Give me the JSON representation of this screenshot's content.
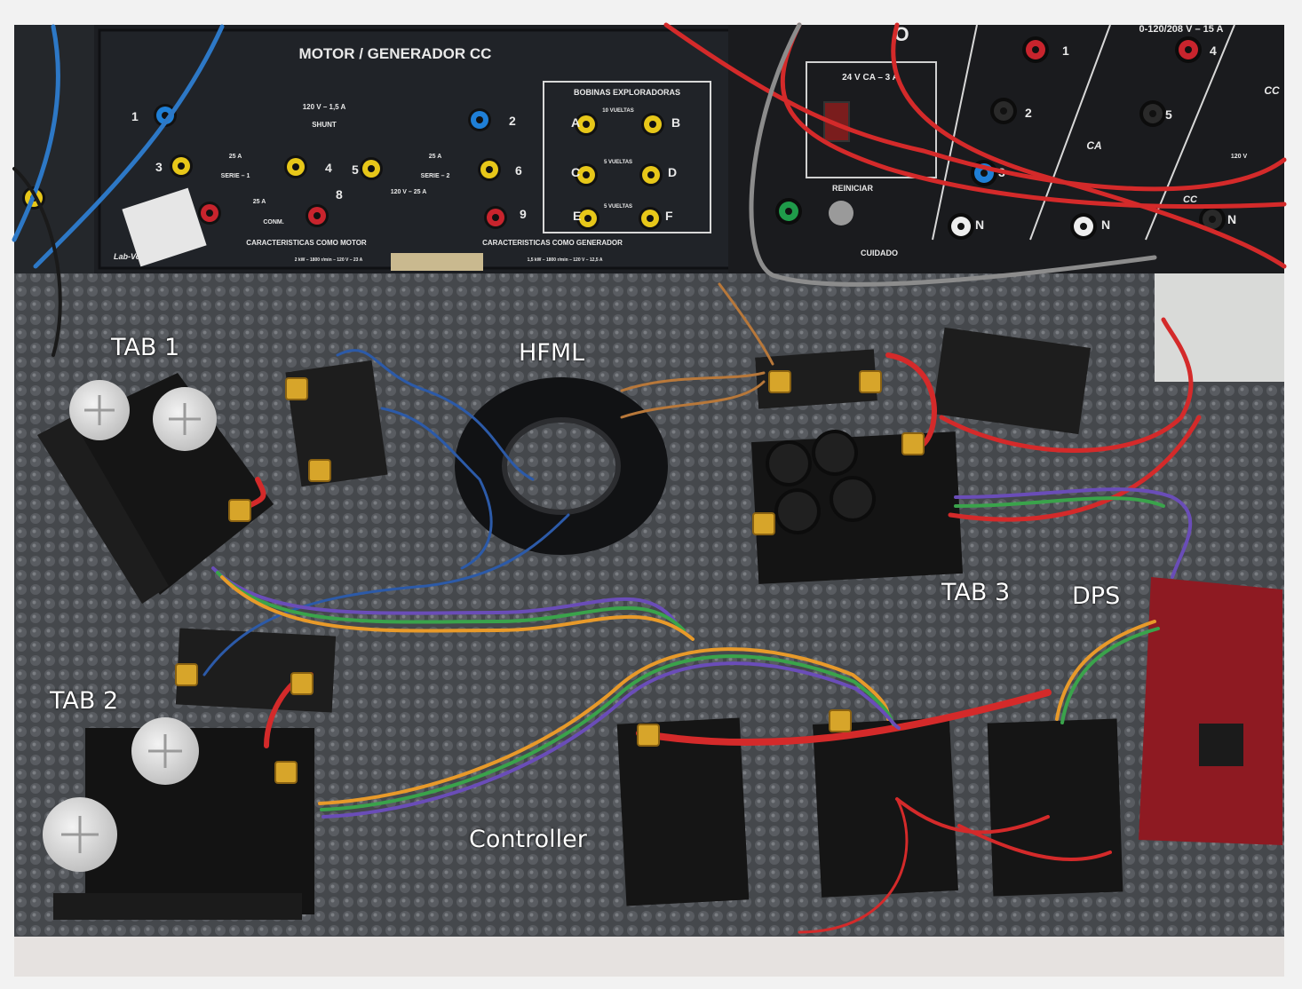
{
  "labels": {
    "tab1": "TAB 1",
    "hfml": "HFML",
    "tab2": "TAB 2",
    "tab3": "TAB 3",
    "dps": "DPS",
    "controller": "Controller"
  },
  "panel_left": {
    "title": "MOTOR / GENERADOR CC",
    "shunt": "SHUNT",
    "shunt_rating": "120 V – 1,5 A",
    "serie1": "SERIE – 1",
    "serie2": "SERIE – 2",
    "comm": "CONM.",
    "rating_25a": "25 A",
    "armature": "120 V – 25 A",
    "motor_chars": "CARACTERISTICAS COMO MOTOR",
    "motor_spec": "2 kW – 1800 r/min – 120 V – 23 A",
    "gen_chars": "CARACTERISTICAS COMO GENERADOR",
    "gen_spec": "1,5 kW – 1800 r/min – 120 V – 12,5 A",
    "coils_title": "BOBINAS EXPLORADORAS",
    "coil1": "10 VUELTAS",
    "coil2": "5 VUELTAS",
    "coil3": "5 VUELTAS",
    "brand": "Lab-Volt",
    "terminals": [
      "1",
      "2",
      "3",
      "4",
      "5",
      "6",
      "8",
      "9",
      "A",
      "B",
      "C",
      "D",
      "E",
      "F"
    ]
  },
  "panel_right": {
    "supply": "24 V CA – 3 A",
    "reset": "REINICIAR",
    "caution": "CUIDADO",
    "top_right": "0-120/208 V – 15 A",
    "ac": "CA",
    "dc": "CC",
    "dc_range": "120 V",
    "terminals": [
      "1",
      "2",
      "3",
      "N",
      "4",
      "5",
      "N",
      "N",
      "O"
    ]
  },
  "colors": {
    "mat": "#4a4c4f",
    "panel": "#1c1e22",
    "pcb_black": "#141414",
    "dps_red": "#8e1a22",
    "wire_red": "#d42a2a",
    "wire_blue": "#2c5aa8"
  }
}
